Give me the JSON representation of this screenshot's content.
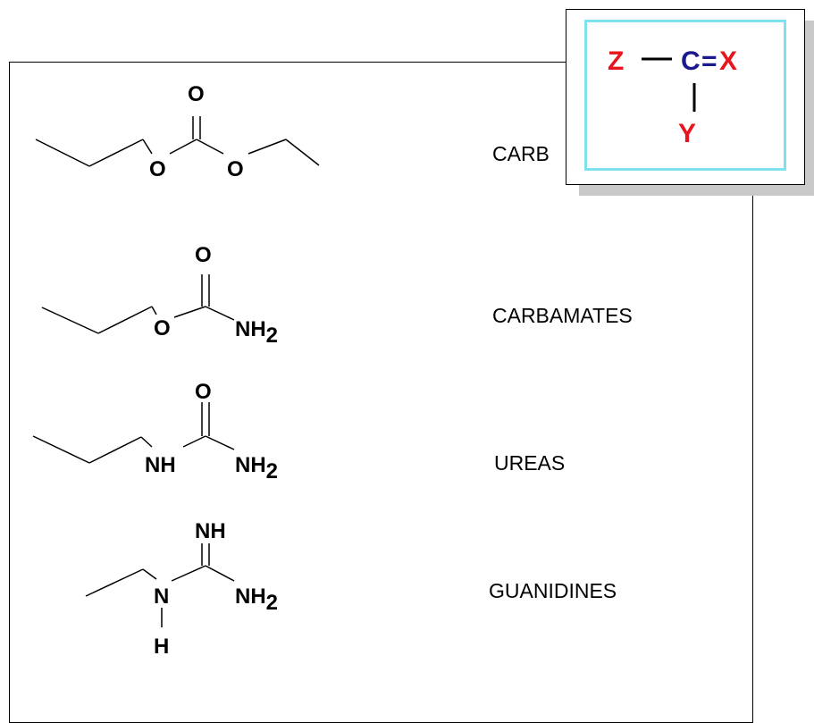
{
  "classes": [
    {
      "label": "CARB"
    },
    {
      "label": "CARBAMATES"
    },
    {
      "label": "UREAS"
    },
    {
      "label": "GUANIDINES"
    }
  ],
  "atoms": {
    "carbonate": {
      "o_top": "O",
      "o_left": "O",
      "o_right": "O"
    },
    "carbamate": {
      "o_top": "O",
      "o_left": "O",
      "n": "NH",
      "n_sub": "2"
    },
    "urea": {
      "o_top": "O",
      "nh": "NH",
      "n": "NH",
      "n_sub": "2"
    },
    "guanidine": {
      "nh_top": "NH",
      "n": "N",
      "h": "H",
      "n2": "NH",
      "n2_sub": "2"
    }
  },
  "general_formula": {
    "z": "Z",
    "c": "C",
    "eq": "=",
    "x": "X",
    "y": "Y",
    "colors": {
      "z": "#e8141e",
      "c": "#1a1a8c",
      "eq": "#1a1a8c",
      "x": "#e8141e",
      "y": "#e8141e"
    }
  }
}
